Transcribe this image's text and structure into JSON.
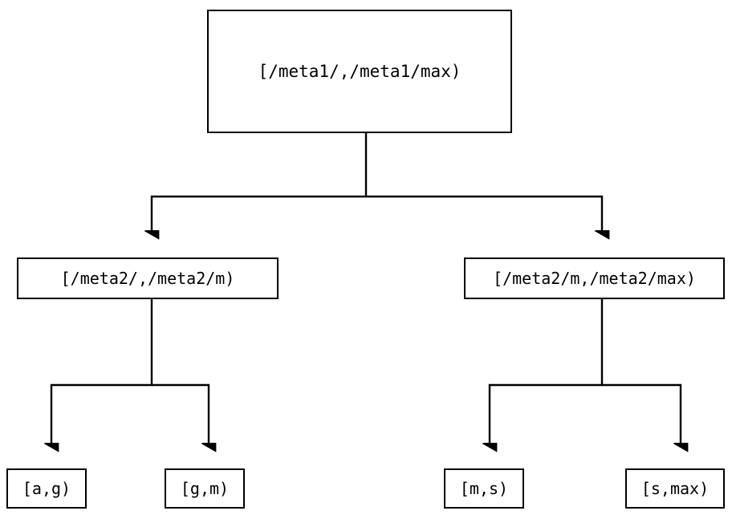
{
  "diagram": {
    "type": "tree",
    "title": "",
    "background_color": "#ffffff",
    "line_color": "#000000",
    "text_color": "#000000",
    "nodes": {
      "root": {
        "label": "[/meta1/,/meta1/max)"
      },
      "mid": [
        {
          "label": "[/meta2/,/meta2/m)"
        },
        {
          "label": "[/meta2/m,/meta2/max)"
        }
      ],
      "leaves": [
        {
          "label": "[a,g)"
        },
        {
          "label": "[g,m)"
        },
        {
          "label": "[m,s)"
        },
        {
          "label": "[s,max)"
        }
      ]
    },
    "edges": [
      {
        "from": "root",
        "to": "mid.0",
        "arrow": "down"
      },
      {
        "from": "root",
        "to": "mid.1",
        "arrow": "down"
      },
      {
        "from": "mid.0",
        "to": "leaves.0",
        "arrow": "down"
      },
      {
        "from": "mid.0",
        "to": "leaves.1",
        "arrow": "down"
      },
      {
        "from": "mid.1",
        "to": "leaves.2",
        "arrow": "down"
      },
      {
        "from": "mid.1",
        "to": "leaves.3",
        "arrow": "down"
      }
    ]
  }
}
